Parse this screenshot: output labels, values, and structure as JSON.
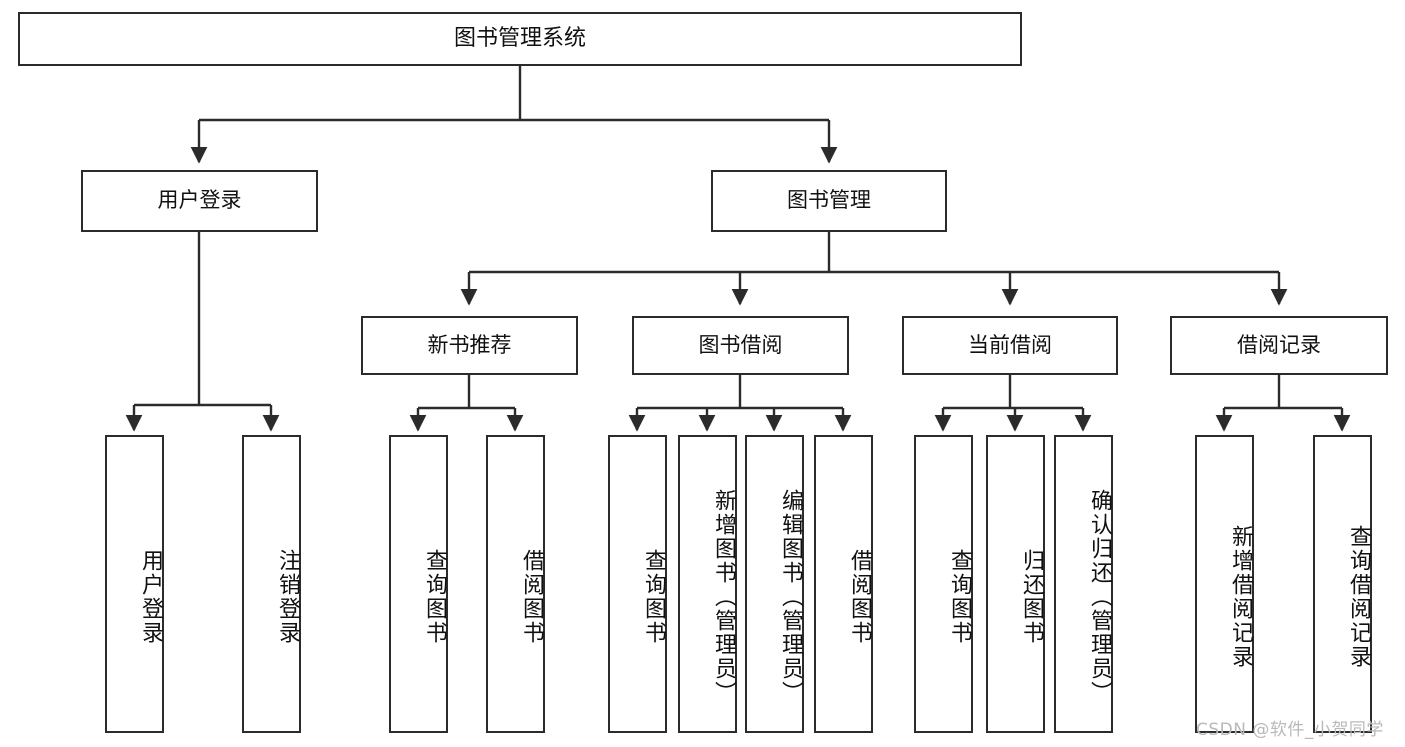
{
  "diagram": {
    "title": "图书管理系统",
    "type": "functional-structure-tree",
    "watermark": "CSDN @软件_小贺同学",
    "colors": {
      "box_border": "#2b2b2b",
      "box_fill": "#ffffff",
      "connector": "#2b2b2b",
      "text": "#111111",
      "watermark": "#b9b9b9"
    },
    "nodes": {
      "root": {
        "label": "图书管理系统",
        "orientation": "horizontal"
      },
      "level2": [
        {
          "id": "user-login",
          "label": "用户登录",
          "orientation": "horizontal"
        },
        {
          "id": "book-management",
          "label": "图书管理",
          "orientation": "horizontal"
        }
      ],
      "level3": [
        {
          "id": "new-book-recommend",
          "label": "新书推荐",
          "orientation": "horizontal",
          "parent": "book-management"
        },
        {
          "id": "book-borrow",
          "label": "图书借阅",
          "orientation": "horizontal",
          "parent": "book-management"
        },
        {
          "id": "current-borrow",
          "label": "当前借阅",
          "orientation": "horizontal",
          "parent": "book-management"
        },
        {
          "id": "borrow-record",
          "label": "借阅记录",
          "orientation": "horizontal",
          "parent": "book-management"
        }
      ],
      "leaves": [
        {
          "id": "leaf-user-login",
          "label": "用户登录",
          "orientation": "vertical",
          "parent": "user-login"
        },
        {
          "id": "leaf-logout-login",
          "label": "注销登录",
          "orientation": "vertical",
          "parent": "user-login"
        },
        {
          "id": "leaf-query-book-1",
          "label": "查询图书",
          "orientation": "vertical",
          "parent": "new-book-recommend"
        },
        {
          "id": "leaf-borrow-book-1",
          "label": "借阅图书",
          "orientation": "vertical",
          "parent": "new-book-recommend"
        },
        {
          "id": "leaf-query-book-2",
          "label": "查询图书",
          "orientation": "vertical",
          "parent": "book-borrow"
        },
        {
          "id": "leaf-add-book",
          "label": "新增图书（管理员）",
          "orientation": "vertical",
          "parent": "book-borrow"
        },
        {
          "id": "leaf-edit-book",
          "label": "编辑图书（管理员）",
          "orientation": "vertical",
          "parent": "book-borrow"
        },
        {
          "id": "leaf-borrow-book-2",
          "label": "借阅图书",
          "orientation": "vertical",
          "parent": "book-borrow"
        },
        {
          "id": "leaf-query-book-3",
          "label": "查询图书",
          "orientation": "vertical",
          "parent": "current-borrow"
        },
        {
          "id": "leaf-return-book",
          "label": "归还图书",
          "orientation": "vertical",
          "parent": "current-borrow"
        },
        {
          "id": "leaf-confirm-return",
          "label": "确认归还（管理员）",
          "orientation": "vertical",
          "parent": "current-borrow"
        },
        {
          "id": "leaf-add-record",
          "label": "新增借阅记录",
          "orientation": "vertical",
          "parent": "borrow-record"
        },
        {
          "id": "leaf-query-record",
          "label": "查询借阅记录",
          "orientation": "vertical",
          "parent": "borrow-record"
        }
      ]
    }
  }
}
